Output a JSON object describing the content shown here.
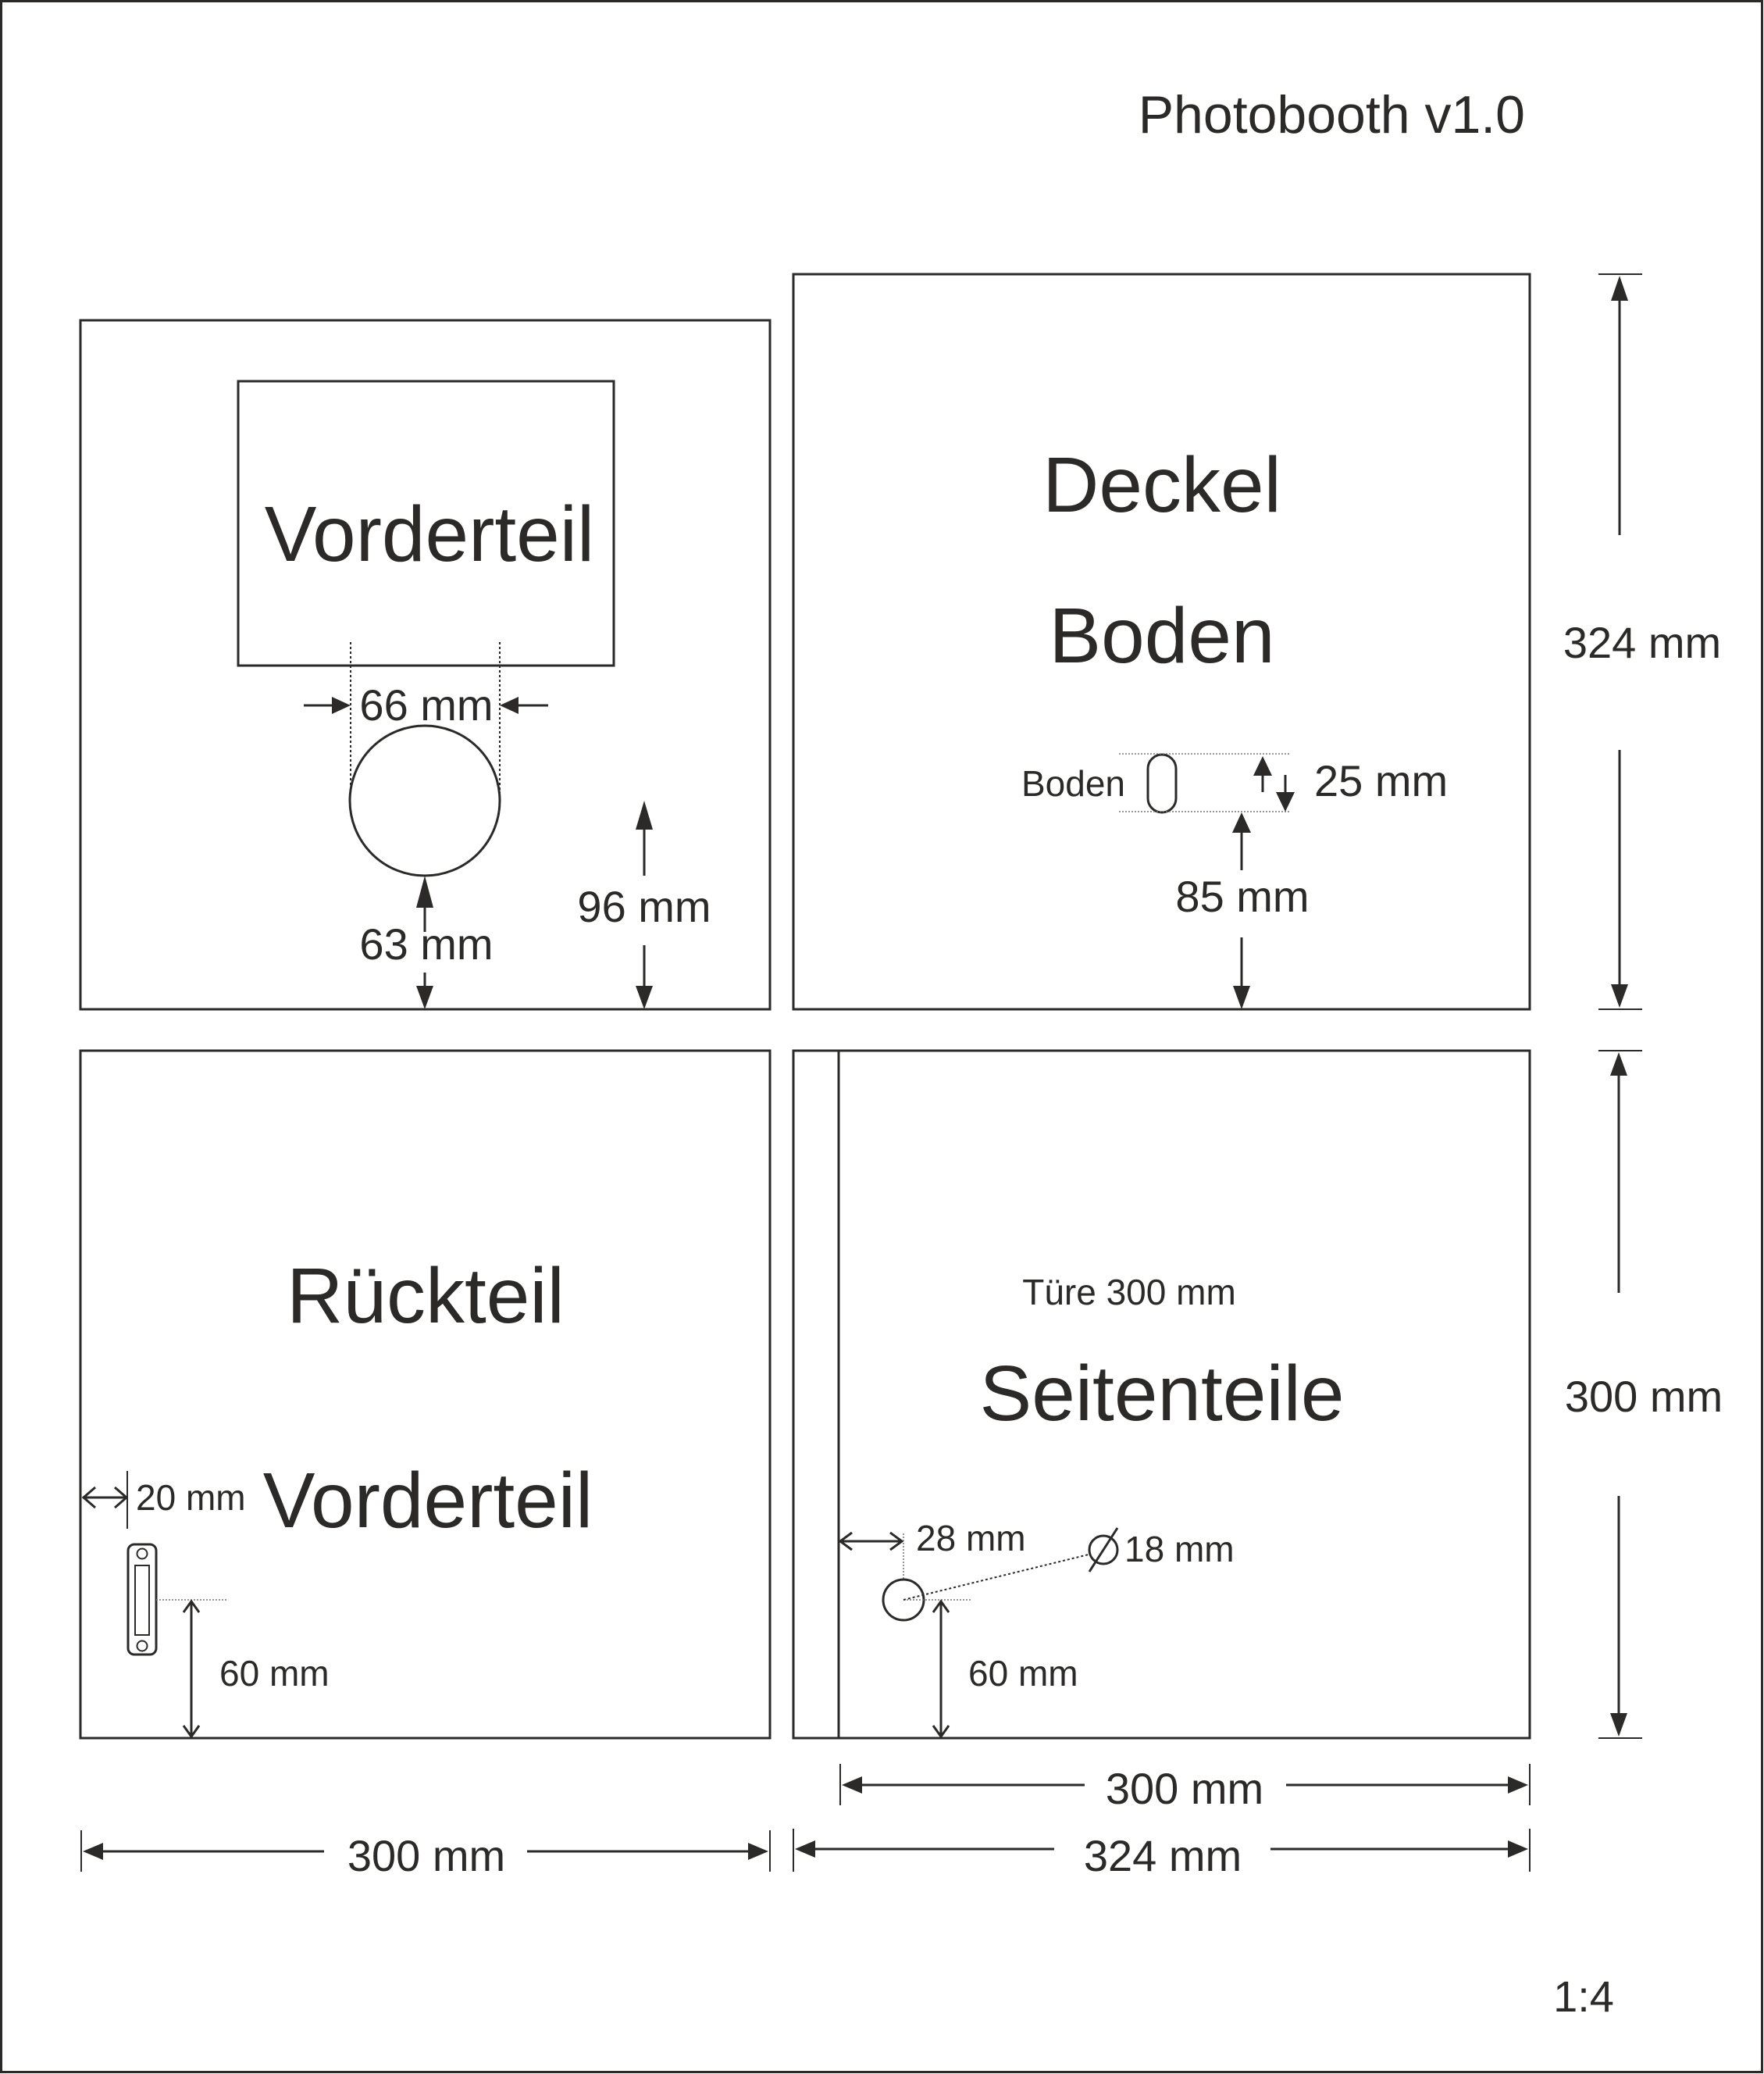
{
  "title": "Photobooth v1.0",
  "scale": "1:4",
  "panels": {
    "front": {
      "label": "Vorderteil",
      "hole_width": "66 mm",
      "hole_bottom": "63 mm",
      "cutout_bottom": "96 mm"
    },
    "lid": {
      "label_top": "Deckel",
      "label_bottom": "Boden",
      "slot_label": "Boden",
      "slot_height": "25 mm",
      "slot_bottom": "85 mm",
      "height": "324 mm"
    },
    "back": {
      "label_top": "Rückteil",
      "label_bottom": "Vorderteil",
      "latch_side": "20 mm",
      "latch_bottom": "60 mm",
      "width": "300 mm"
    },
    "side": {
      "door_note": "Türe 300 mm",
      "label": "Seitenteile",
      "hole_side": "28 mm",
      "hole_diameter": "18 mm",
      "hole_diameter_symbol": "∅",
      "hole_bottom": "60 mm",
      "height": "300 mm",
      "door_width": "300 mm",
      "width": "324 mm"
    }
  }
}
